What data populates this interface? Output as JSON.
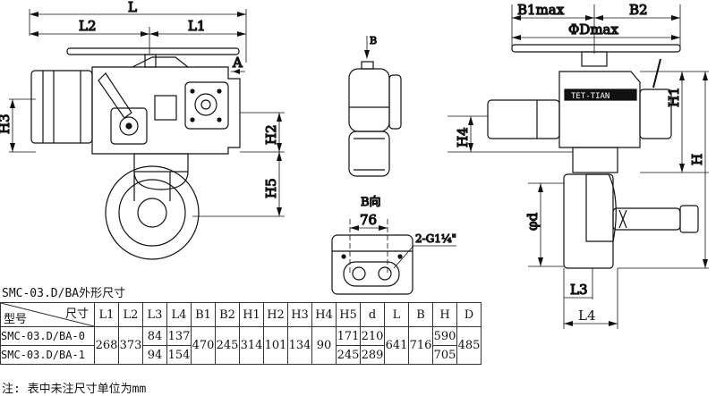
{
  "front_view": {
    "L": "L",
    "L1": "L1",
    "L2": "L2",
    "H2": "H2",
    "H3": "H3",
    "H5": "H5",
    "A": "A"
  },
  "side_view": {
    "B": "B"
  },
  "b_view": {
    "title": "B向",
    "dim_76": "76",
    "thread": "2-G1¼\""
  },
  "right_view": {
    "B1max": "B1max",
    "B2": "B2",
    "Dmax": "ΦDmax",
    "H1": "H1",
    "H": "H",
    "H4": "H4",
    "d": "φd",
    "L3": "L3",
    "L4": "L4",
    "plate": "TET-TIAN"
  },
  "table": {
    "caption": "SMC-03.D/BA外形尺寸",
    "corner_top": "尺寸",
    "corner_bottom": "型号",
    "headers": [
      "L1",
      "L2",
      "L3",
      "L4",
      "B1",
      "B2",
      "H1",
      "H2",
      "H3",
      "H4",
      "H5",
      "d",
      "L",
      "B",
      "H",
      "D"
    ],
    "rows": [
      {
        "model": "SMC-03.D/BA-0",
        "L1": "268",
        "L2": "373",
        "L3": "84",
        "L4": "137",
        "B1": "470",
        "B2": "245",
        "H1": "314",
        "H2": "101",
        "H3": "134",
        "H4": "90",
        "H5": "171",
        "d": "210",
        "L": "641",
        "B": "716",
        "H": "590",
        "D": "485"
      },
      {
        "model": "SMC-03.D/BA-1",
        "L3": "94",
        "L4": "154",
        "H5": "245",
        "d": "289",
        "H": "705"
      }
    ]
  },
  "note": "注: 表中未注尺寸单位为mm"
}
